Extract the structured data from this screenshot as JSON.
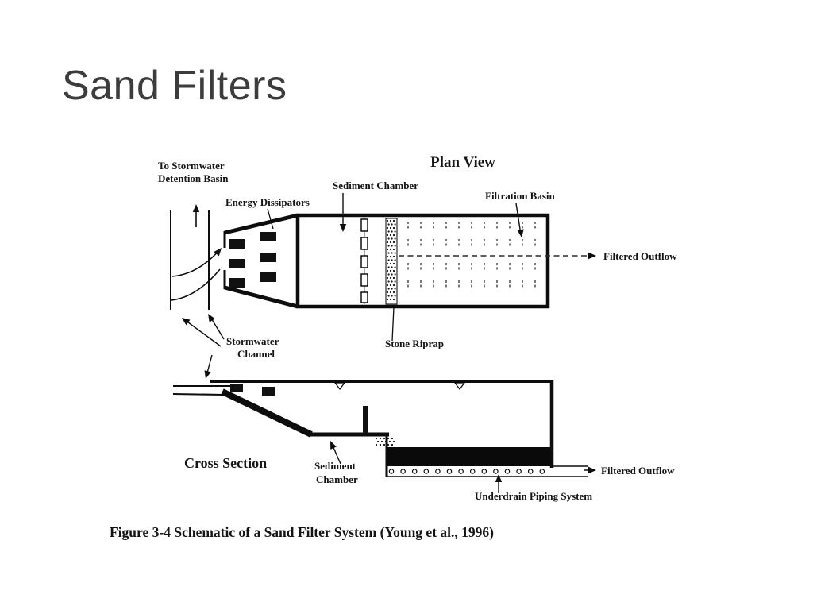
{
  "slide": {
    "title": "Sand Filters",
    "caption": "Figure 3-4 Schematic of a Sand Filter System (Young et al., 1996)"
  },
  "diagram": {
    "plan": {
      "heading": "Plan View",
      "labels": {
        "to_stormwater_line1": "To Stormwater",
        "to_stormwater_line2": "Detention Basin",
        "energy_dissipators": "Energy Dissipators",
        "sediment_chamber": "Sediment Chamber",
        "filtration_basin": "Filtration Basin",
        "filtered_outflow": "Filtered Outflow",
        "stormwater_channel_line1": "Stormwater",
        "stormwater_channel_line2": "Channel",
        "stone_riprap": "Stone Riprap"
      }
    },
    "cross": {
      "heading": "Cross Section",
      "labels": {
        "sediment_chamber_line1": "Sediment",
        "sediment_chamber_line2": "Chamber",
        "underdrain": "Underdrain Piping System",
        "filtered_outflow": "Filtered Outflow"
      }
    }
  }
}
